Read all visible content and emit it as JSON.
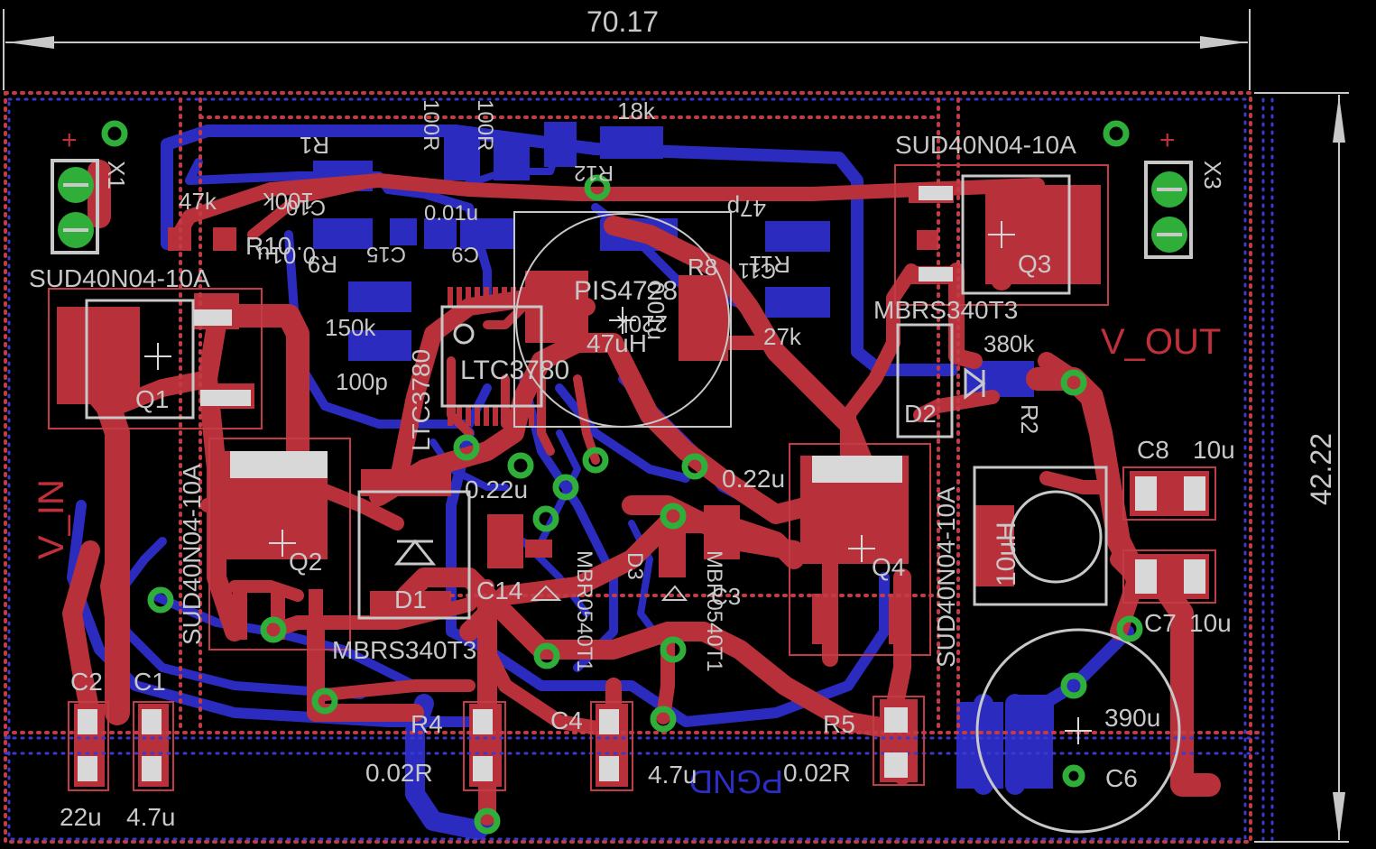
{
  "dimensions": {
    "width": "70.17",
    "height": "42.22"
  },
  "nets": {
    "vin": "V_IN",
    "vout": "V_OUT",
    "pgnd": "PGND"
  },
  "polarity": {
    "plus": "+"
  },
  "colors": {
    "background": "#000000",
    "top_copper": "#b8303a",
    "bottom_copper": "#2b2bbf",
    "silkscreen": "#c8c8c8",
    "via": "#2fae3a",
    "outline": "#c23c46"
  },
  "components": {
    "x1": "X1",
    "x3": "X3",
    "q1": "Q1",
    "q2": "Q2",
    "q3": "Q3",
    "q4": "Q4",
    "q1_part": "SUD40N04-10A",
    "q2_part": "SUD40N04-10A",
    "q3_part": "SUD40N04-10A",
    "q4_part": "SUD40N04-10A",
    "d1": "D1",
    "d2": "D2",
    "d3": "D3",
    "d1_part": "MBRS340T3",
    "d2_part": "MBRS340T3",
    "ic": "LTC3780",
    "ic_top": "LTC3780",
    "inductor": "PIS4728",
    "inductor_val": "47uH",
    "r1": "R1",
    "r1_val": "100k",
    "r2": "R2",
    "r2_val": "380k",
    "r4": "R4",
    "r4_val": "0.02R",
    "r5": "R5",
    "r5_val": "0.02R",
    "r8": "R8",
    "r8_val": "220k",
    "r9": "R9",
    "r9_val": "150k",
    "r10": "R10",
    "r10_val": "47k",
    "r11": "R11",
    "r11_val": "27k",
    "r12": "R12",
    "r12_val": "18k",
    "r_top1": "100R",
    "r_top2": "100R",
    "c1": "C1",
    "c1_val": "4.7u",
    "c2": "C2",
    "c2_val": "22u",
    "c3": "C3",
    "c4": "C4",
    "c4_val": "4.7u",
    "c6": "C6",
    "c6_val": "390u",
    "c7": "C7",
    "c7_val": "10u",
    "c8": "C8",
    "c8_val": "10u",
    "c9": "C9",
    "c10": "C10",
    "c11": "C11",
    "c14": "C14",
    "c14_val": "0.22u",
    "c15": "C15",
    "cap_0u22_right": "0.22u",
    "cap_01u": "0.01u",
    "cap_100p": "100p",
    "cap_47p": "47p",
    "d_part_rot": "MBR0540T1",
    "coil": "10uH"
  }
}
